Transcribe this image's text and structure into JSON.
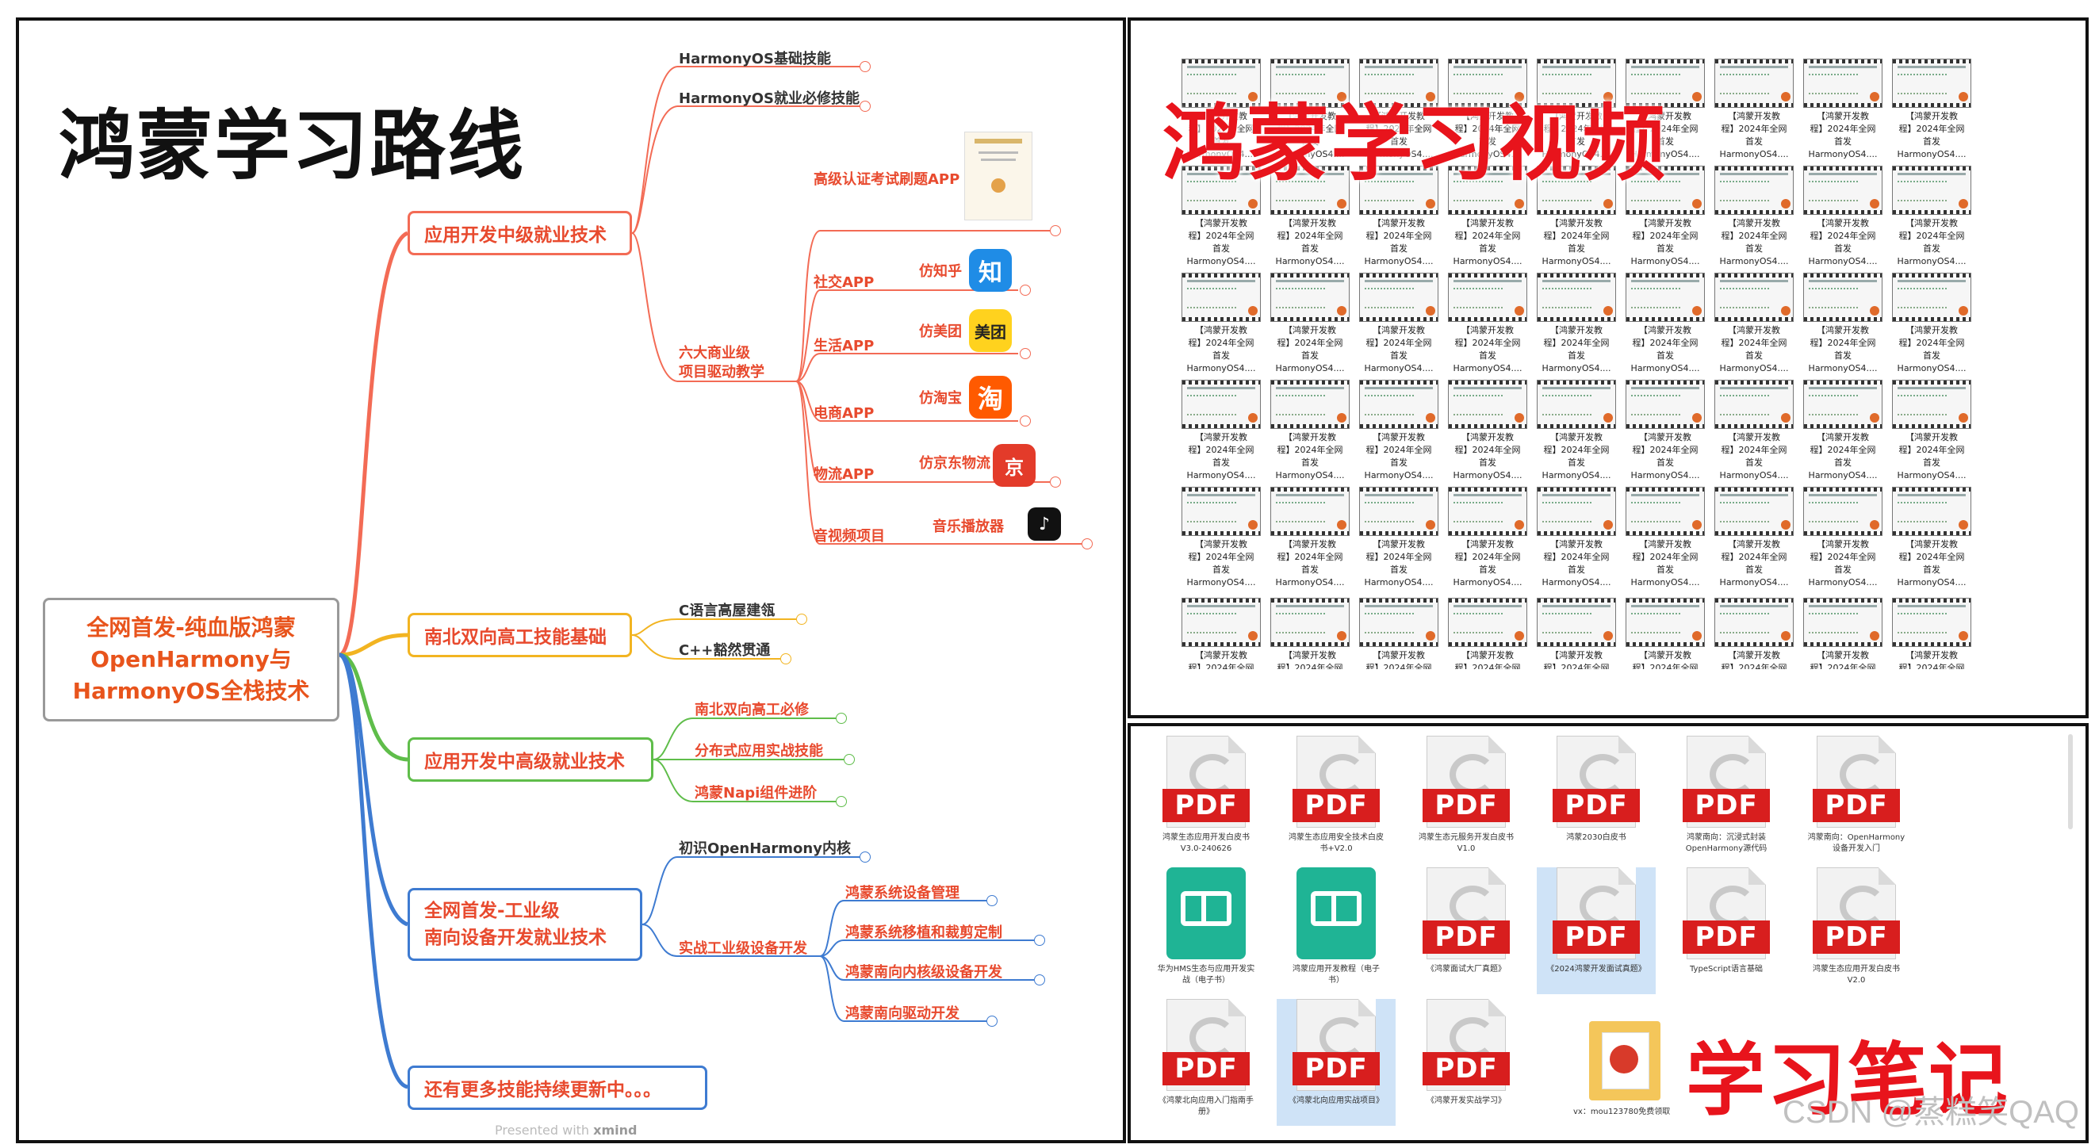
{
  "left_panel": {
    "title": "鸿蒙学习路线",
    "root": "全网首发-纯血版鸿蒙\nOpenHarmony与\nHarmonyOS全栈技术",
    "branches": [
      {
        "label": "应用开发中级就业技术",
        "color": "#f36b55"
      },
      {
        "label": "南北双向高工技能基础",
        "color": "#f2b421"
      },
      {
        "label": "应用开发中高级就业技术",
        "color": "#5fbd4a"
      },
      {
        "label": "全网首发-工业级\n南向设备开发就业技术",
        "color": "#3e7bd1"
      },
      {
        "label": "还有更多技能持续更新中。。。",
        "color": "#3e7bd1"
      }
    ],
    "b1_children": {
      "basic": "HarmonyOS基础技能",
      "must": "HarmonyOS就业必修技能",
      "cert": "高级认证考试刷题APP",
      "six": "六大商业级\n项目驱动教学"
    },
    "apps": [
      {
        "cat": "社交APP",
        "name": "仿知乎",
        "icon": "知",
        "icon_name": "zhihu-icon",
        "color": "#1f8ce6"
      },
      {
        "cat": "生活APP",
        "name": "仿美团",
        "icon": "美团",
        "icon_name": "meituan-icon",
        "color": "#ffd21e"
      },
      {
        "cat": "电商APP",
        "name": "仿淘宝",
        "icon": "淘",
        "icon_name": "taobao-icon",
        "color": "#ff5a00"
      },
      {
        "cat": "物流APP",
        "name": "仿京东物流",
        "icon": "京",
        "icon_name": "jd-logistics-icon",
        "color": "#e33b2a"
      },
      {
        "cat": "音视频项目",
        "name": "音乐播放器",
        "icon": "♪",
        "icon_name": "tiktok-icon",
        "color": "#111111"
      }
    ],
    "b2_children": [
      "C语言高屋建瓴",
      "C++豁然贯通"
    ],
    "b3_children": [
      "南北双向高工必修",
      "分布式应用实战技能",
      "鸿蒙Napi组件进阶"
    ],
    "b4_children": {
      "kernel": "初识OpenHarmony内核",
      "industrial": "实战工业级设备开发",
      "items": [
        "鸿蒙系统设备管理",
        "鸿蒙系统移植和裁剪定制",
        "鸿蒙南向内核级设备开发",
        "鸿蒙南向驱动开发"
      ]
    },
    "footer_prefix": "Presented with",
    "footer_brand": "xmind"
  },
  "video_panel": {
    "title": "鸿蒙学习视频",
    "caption_line1": "【鸿蒙开发教",
    "caption_line2": "程】2024年全网",
    "caption_line3": "首发",
    "caption_line4": "HarmonyOS4...."
  },
  "notes_panel": {
    "title": "学习笔记",
    "pdf_tag": "PDF",
    "files": [
      {
        "caption": "鸿蒙生态应用开发白皮书\nV3.0-240626",
        "type": "pdf"
      },
      {
        "caption": "鸿蒙生态应用安全技术白皮\n书+V2.0",
        "type": "pdf"
      },
      {
        "caption": "鸿蒙生态元服务开发白皮书\nV1.0",
        "type": "pdf"
      },
      {
        "caption": "鸿蒙2030白皮书",
        "type": "pdf"
      },
      {
        "caption": "鸿蒙南向：沉浸式封装\nOpenHarmony源代码",
        "type": "pdf"
      },
      {
        "caption": "鸿蒙南向：OpenHarmony\n设备开发入门",
        "type": "pdf"
      },
      {
        "caption": "华为HMS生态与应用开发实\n战（电子书）",
        "type": "book"
      },
      {
        "caption": "鸿蒙应用开发教程（电子\n书）",
        "type": "book"
      },
      {
        "caption": "《鸿蒙面试大厂真题》",
        "type": "pdf"
      },
      {
        "caption": "《2024鸿蒙开发面试真题》",
        "type": "pdf",
        "selected": true
      },
      {
        "caption": "TypeScript语言基础",
        "type": "pdf"
      },
      {
        "caption": "鸿蒙生态应用开发白皮书\nV2.0",
        "type": "pdf"
      },
      {
        "caption": "《鸿蒙北向应用入门指南手\n册》",
        "type": "pdf"
      },
      {
        "caption": "《鸿蒙北向应用实战项目》",
        "type": "pdf",
        "selected": true
      },
      {
        "caption": "《鸿蒙开发实战学习》",
        "type": "pdf"
      }
    ],
    "folder_caption": "vx：mou123780免费领取",
    "watermark": "CSDN @蒸糕笑QAQ"
  }
}
